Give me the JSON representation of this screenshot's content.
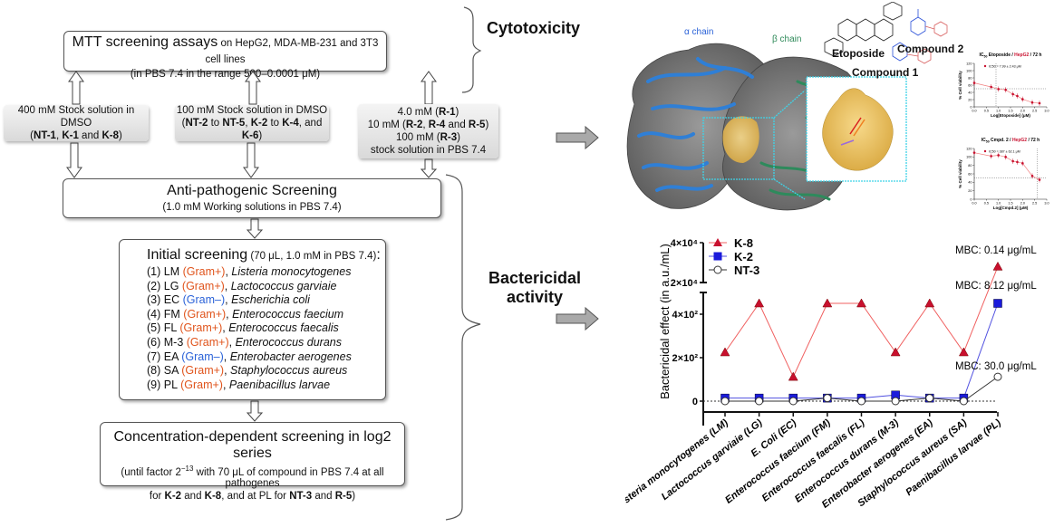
{
  "flow": {
    "mtt": {
      "title": "MTT screening assays",
      "title_suffix": " on HepG2, MDA-MB-231 and 3T3 cell lines",
      "subtitle": "(in PBS 7.4 in the range 500–0.0001 μM)"
    },
    "stock1": {
      "line1": "400 mM Stock solution in DMSO",
      "line2_parts": [
        "(",
        "NT-1",
        ", ",
        "K-1",
        " and ",
        "K-8",
        ")"
      ]
    },
    "stock2": {
      "line1": "100 mM Stock solution in DMSO",
      "line2_parts": [
        "(",
        "NT-2",
        " to ",
        "NT-5",
        ", ",
        "K-2",
        " to ",
        "K-4",
        ", and ",
        "K-6",
        ")"
      ]
    },
    "stock3": {
      "l1": [
        "4.0 mM (",
        "R-1",
        ")"
      ],
      "l2": [
        "10 mM (",
        "R-2",
        ", ",
        "R-4",
        " and ",
        "R-5",
        ")"
      ],
      "l3": [
        "100 mM (",
        "R-3",
        ")"
      ],
      "l4": "stock solution in PBS 7.4"
    },
    "anti": {
      "title": "Anti-pathogenic Screening",
      "subtitle": "(1.0 mM Working solutions in PBS 7.4)"
    },
    "initial": {
      "title": "Initial screening",
      "title_suffix": " (70 μL, 1.0 mM in PBS 7.4)",
      "colon": ":",
      "items": [
        {
          "num": "(1) LM ",
          "gram": "(Gram+)",
          "type": "gp",
          "name": "Listeria monocytogenes"
        },
        {
          "num": "(2) LG ",
          "gram": "(Gram+)",
          "type": "gp",
          "name": "Lactococcus garviaie"
        },
        {
          "num": "(3) EC ",
          "gram": "(Gram–)",
          "type": "gn",
          "name": "Escherichia coli"
        },
        {
          "num": "(4) FM ",
          "gram": "(Gram+)",
          "type": "gp",
          "name": "Enterococcus faecium"
        },
        {
          "num": "(5) FL ",
          "gram": "(Gram+)",
          "type": "gp",
          "name": "Enterococcus faecalis"
        },
        {
          "num": "(6) M-3 ",
          "gram": "(Gram+)",
          "type": "gp",
          "name": "Enterococcus durans"
        },
        {
          "num": "(7) EA ",
          "gram": "(Gram–)",
          "type": "gn",
          "name": "Enterobacter aerogenes"
        },
        {
          "num": "(8) SA ",
          "gram": "(Gram+)",
          "type": "gp",
          "name": "Staphylococcus aureus"
        },
        {
          "num": "(9) PL ",
          "gram": "(Gram+)",
          "type": "gp",
          "name": "Paenibacillus larvae"
        }
      ]
    },
    "conc": {
      "title": "Concentration-dependent screening in log2 series",
      "l2_a": "(until factor 2",
      "l2_sup": "−13",
      "l2_b": " with 70 μL of compound in PBS 7.4 at all pathogenes",
      "l3_parts": [
        "for ",
        "K-2",
        " and ",
        "K-8",
        ", and at PL for ",
        "NT-3",
        " and ",
        "R-5",
        ")"
      ]
    }
  },
  "sections": {
    "cytotoxicity": "Cytotoxicity",
    "bactericidal_1": "Bactericidal",
    "bactericidal_2": "activity"
  },
  "protein": {
    "alpha": "α chain",
    "beta": "β chain"
  },
  "compounds": {
    "etoposide": "Etoposide",
    "c1": "Compound 1",
    "c2": "Compound 2"
  },
  "chart_data": [
    {
      "type": "line",
      "title": "IC50 Etoposide / HepG2 / 72 h",
      "title_parts": [
        "IC",
        "50",
        " Etoposide / ",
        "HepG2",
        " / 72 h"
      ],
      "legend": "IC50 = 7.99 ± 2.43 μM",
      "xlabel": "Log[Etoposide] (μM)",
      "ylabel": "% Cell viability",
      "xlim": [
        0,
        3.0
      ],
      "ylim": [
        0,
        120
      ],
      "xticks": [
        "0.0",
        "0.5",
        "1.0",
        "1.5",
        "2.0",
        "2.5",
        "3.0"
      ],
      "yticks": [
        "0",
        "20",
        "40",
        "60",
        "80",
        "100",
        "120"
      ],
      "x": [
        0.0,
        0.7,
        1.0,
        1.3,
        1.6,
        1.78,
        2.0,
        2.4,
        2.7
      ],
      "y": [
        66,
        55,
        49,
        47,
        35,
        30,
        21,
        12,
        10
      ],
      "reference_lines": {
        "x": 0.9,
        "y": 50
      }
    },
    {
      "type": "line",
      "title": "IC50 Cmpd. 2 / HepG2 / 72 h",
      "title_parts": [
        "IC",
        "50",
        " Cmpd. 2 / ",
        "HepG2",
        " / 72 h"
      ],
      "legend": "IC50 = 387 ± 62.1 μM",
      "xlabel": "Log[Cmpd.2] (μM)",
      "ylabel": "% Cell viability",
      "xlim": [
        0,
        3.0
      ],
      "ylim": [
        0,
        120
      ],
      "xticks": [
        "0.0",
        "0.5",
        "1.0",
        "1.5",
        "2.0",
        "2.5",
        "3.0"
      ],
      "yticks": [
        "0",
        "20",
        "40",
        "60",
        "80",
        "100",
        "120"
      ],
      "x": [
        0.0,
        0.7,
        1.0,
        1.3,
        1.6,
        1.78,
        2.0,
        2.4,
        2.7
      ],
      "y": [
        110,
        102,
        104,
        100,
        90,
        88,
        85,
        55,
        46
      ],
      "reference_lines": {
        "x": 2.6,
        "y": 50
      }
    },
    {
      "type": "line",
      "title": "",
      "ylabel": "Bactericidal effect (in a.u./mL)",
      "xlabel": "",
      "categories": [
        "Listeria monocytogenes (LM)",
        "Lactococcus garviaie (LG)",
        "E. Coli (EC)",
        "Enterococcus faecium (FM)",
        "Enterococcus faecalis (FL)",
        "Enterococcus durans (M-3)",
        "Enterobacter aerogenes (EA)",
        "Staphylococcus aureus (SA)",
        "Paenibacillus larvae (PL)"
      ],
      "axis_break": {
        "lower_range": [
          -50,
          520
        ],
        "upper_range": [
          20000,
          40000
        ]
      },
      "yticks_lower": [
        "0",
        "2×10²",
        "4×10²"
      ],
      "yticks_upper": [
        "2×10⁴",
        "4×10⁴"
      ],
      "series": [
        {
          "name": "K-8",
          "color": "#c8102e",
          "marker": "triangle",
          "values": [
            225,
            450,
            112,
            450,
            450,
            225,
            450,
            225,
            28000
          ]
        },
        {
          "name": "K-2",
          "color": "#1a1adb",
          "marker": "square",
          "values": [
            14,
            14,
            14,
            14,
            14,
            28,
            14,
            14,
            450
          ]
        },
        {
          "name": "NT-3",
          "color": "#333333",
          "marker": "open-circle",
          "values": [
            0,
            0,
            0,
            14,
            0,
            0,
            14,
            0,
            112
          ]
        }
      ],
      "annotations": [
        "MBC: 0.14 μg/mL",
        "MBC: 8.12 μg/mL",
        "MBC: 30.0 μg/mL"
      ]
    }
  ]
}
